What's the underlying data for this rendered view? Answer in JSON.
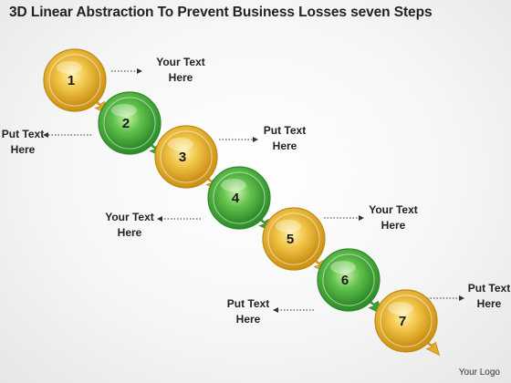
{
  "title": "3D Linear Abstraction To Prevent Business Losses seven Steps",
  "logo_text": "Your Logo",
  "colors": {
    "gold": "#f0be3c",
    "gold_dark": "#c08a14",
    "green": "#5fbf4a",
    "green_dark": "#2e8a2a"
  },
  "steps": [
    {
      "number": "1",
      "color": "gold"
    },
    {
      "number": "2",
      "color": "green"
    },
    {
      "number": "3",
      "color": "gold"
    },
    {
      "number": "4",
      "color": "green"
    },
    {
      "number": "5",
      "color": "gold"
    },
    {
      "number": "6",
      "color": "green"
    },
    {
      "number": "7",
      "color": "gold"
    }
  ],
  "labels": [
    {
      "line1": "Your Text",
      "line2": "Here"
    },
    {
      "line1": "Put Text",
      "line2": "Here"
    },
    {
      "line1": "Put Text",
      "line2": "Here"
    },
    {
      "line1": "Your Text",
      "line2": "Here"
    },
    {
      "line1": "Your Text",
      "line2": "Here"
    },
    {
      "line1": "Put Text",
      "line2": "Here"
    },
    {
      "line1": "Put Text",
      "line2": "Here"
    }
  ]
}
